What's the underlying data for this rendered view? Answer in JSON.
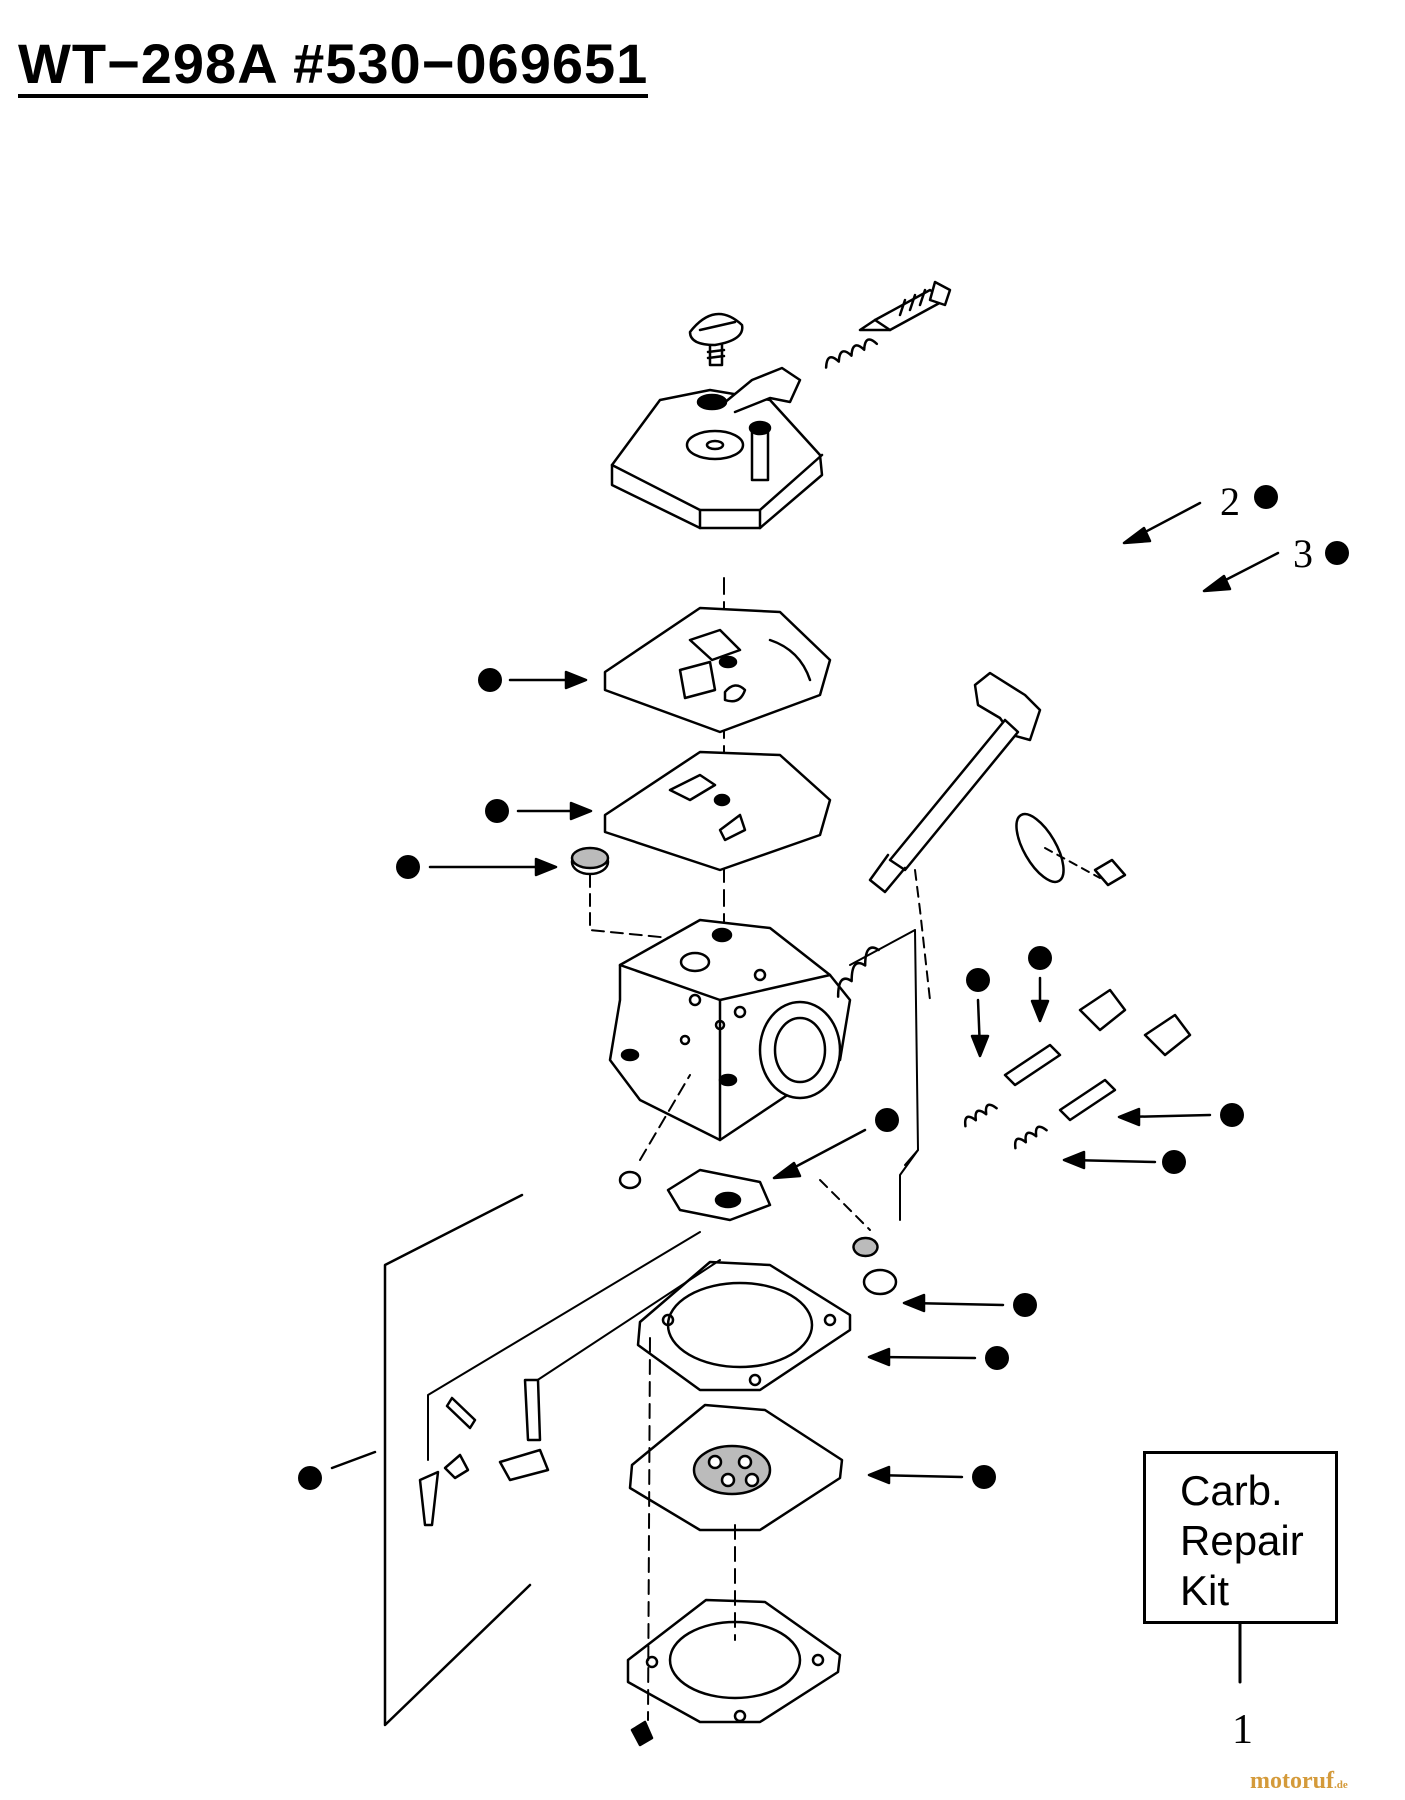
{
  "title": "WT−298A #530−069651",
  "kit": {
    "lines": [
      "Carb.",
      "Repair",
      "Kit"
    ],
    "number": "1"
  },
  "callouts": {
    "c2": "2",
    "c3": "3"
  },
  "watermark": {
    "brand": "motoruf",
    "tld": ".de",
    "color": "#d49a3a"
  }
}
